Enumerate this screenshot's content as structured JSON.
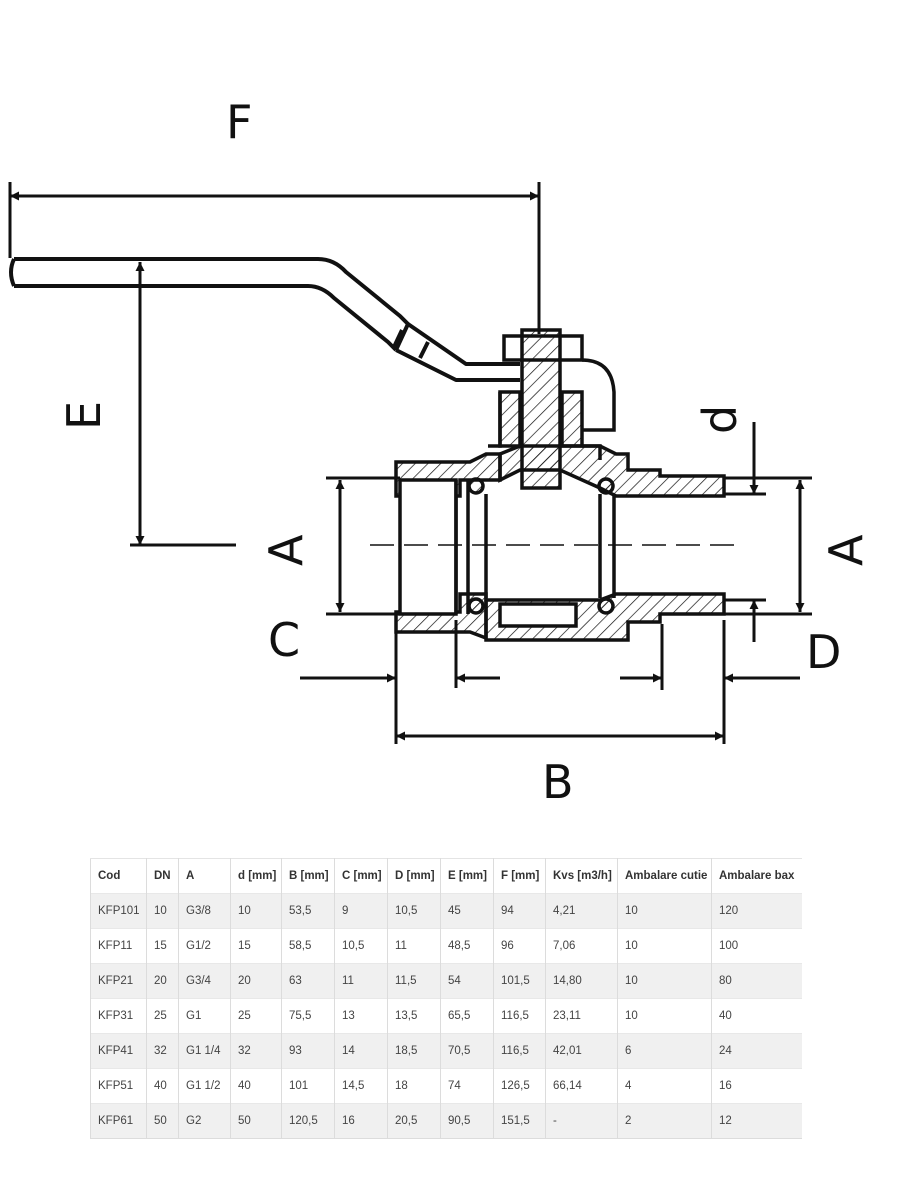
{
  "drawing": {
    "labels": {
      "F": "F",
      "E": "E",
      "d": "d",
      "A_left": "A",
      "A_right": "A",
      "C": "C",
      "D": "D",
      "B": "B"
    }
  },
  "table": {
    "headers": [
      "Cod",
      "DN",
      "A",
      "d [mm]",
      "B [mm]",
      "C [mm]",
      "D [mm]",
      "E [mm]",
      "F [mm]",
      "Kvs [m3/h]",
      "Ambalare cutie",
      "Ambalare bax"
    ],
    "rows": [
      [
        "KFP101",
        "10",
        "G3/8",
        "10",
        "53,5",
        "9",
        "10,5",
        "45",
        "94",
        "4,21",
        "10",
        "120"
      ],
      [
        "KFP11",
        "15",
        "G1/2",
        "15",
        "58,5",
        "10,5",
        "11",
        "48,5",
        "96",
        "7,06",
        "10",
        "100"
      ],
      [
        "KFP21",
        "20",
        "G3/4",
        "20",
        "63",
        "11",
        "11,5",
        "54",
        "101,5",
        "14,80",
        "10",
        "80"
      ],
      [
        "KFP31",
        "25",
        "G1",
        "25",
        "75,5",
        "13",
        "13,5",
        "65,5",
        "116,5",
        "23,11",
        "10",
        "40"
      ],
      [
        "KFP41",
        "32",
        "G1 1/4",
        "32",
        "93",
        "14",
        "18,5",
        "70,5",
        "116,5",
        "42,01",
        "6",
        "24"
      ],
      [
        "KFP51",
        "40",
        "G1 1/2",
        "40",
        "101",
        "14,5",
        "18",
        "74",
        "126,5",
        "66,14",
        "4",
        "16"
      ],
      [
        "KFP61",
        "50",
        "G2",
        "50",
        "120,5",
        "16",
        "20,5",
        "90,5",
        "151,5",
        "-",
        "2",
        "12"
      ]
    ]
  }
}
